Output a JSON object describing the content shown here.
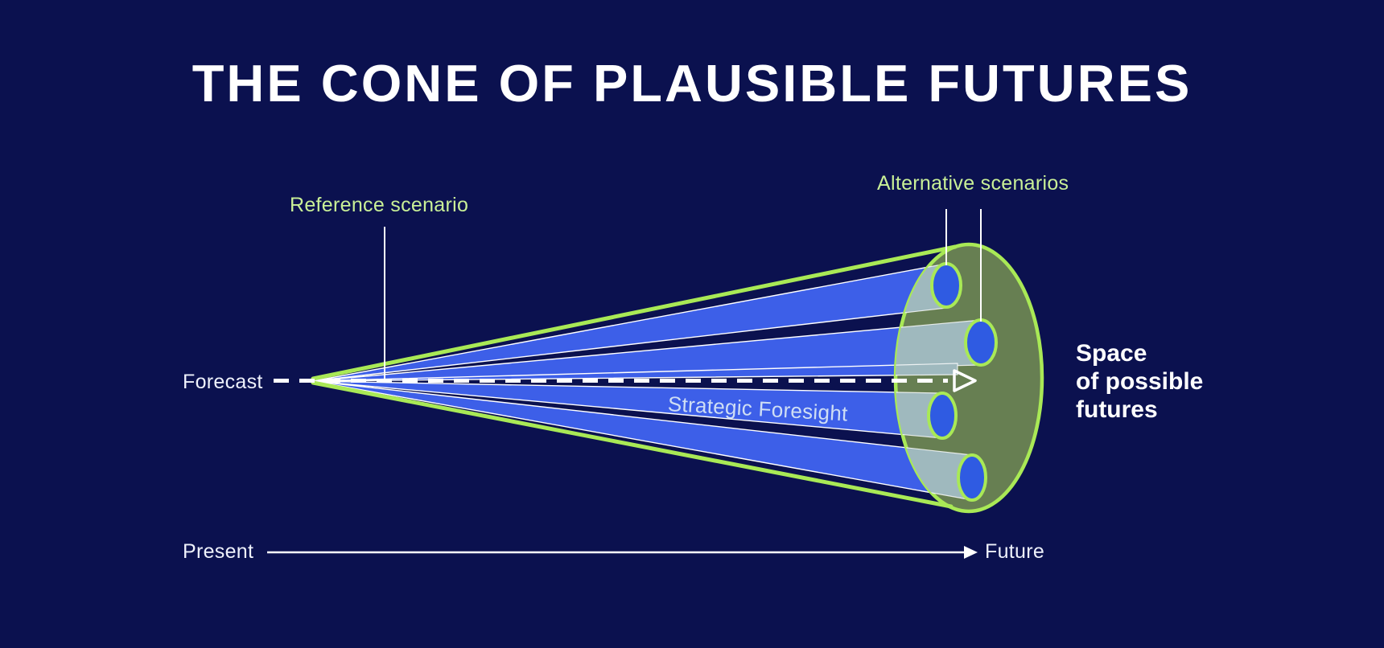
{
  "title": "THE CONE OF PLAUSIBLE FUTURES",
  "diagram": {
    "reference_label": "Reference scenario",
    "alternative_label": "Alternative scenarios",
    "forecast_label": "Forecast",
    "strategic_label": "Strategic Foresight",
    "space_lines": [
      "Space",
      "of possible",
      "futures"
    ],
    "axis": {
      "start_label": "Present",
      "end_label": "Future"
    }
  },
  "colors": {
    "background": "#0b114f",
    "title_text": "#ffffff",
    "label_green": "#c9f097",
    "cone_outline_green": "#a9e956",
    "ray_blue": "#3d5fe8",
    "ray_inside_ellipse": "#9fb9be",
    "futures_ellipse_fill": "#677f52",
    "scenario_ellipse_blue": "#2f5be2",
    "guide_line_white": "#ffffff",
    "strategic_text": "#cfdef4"
  }
}
